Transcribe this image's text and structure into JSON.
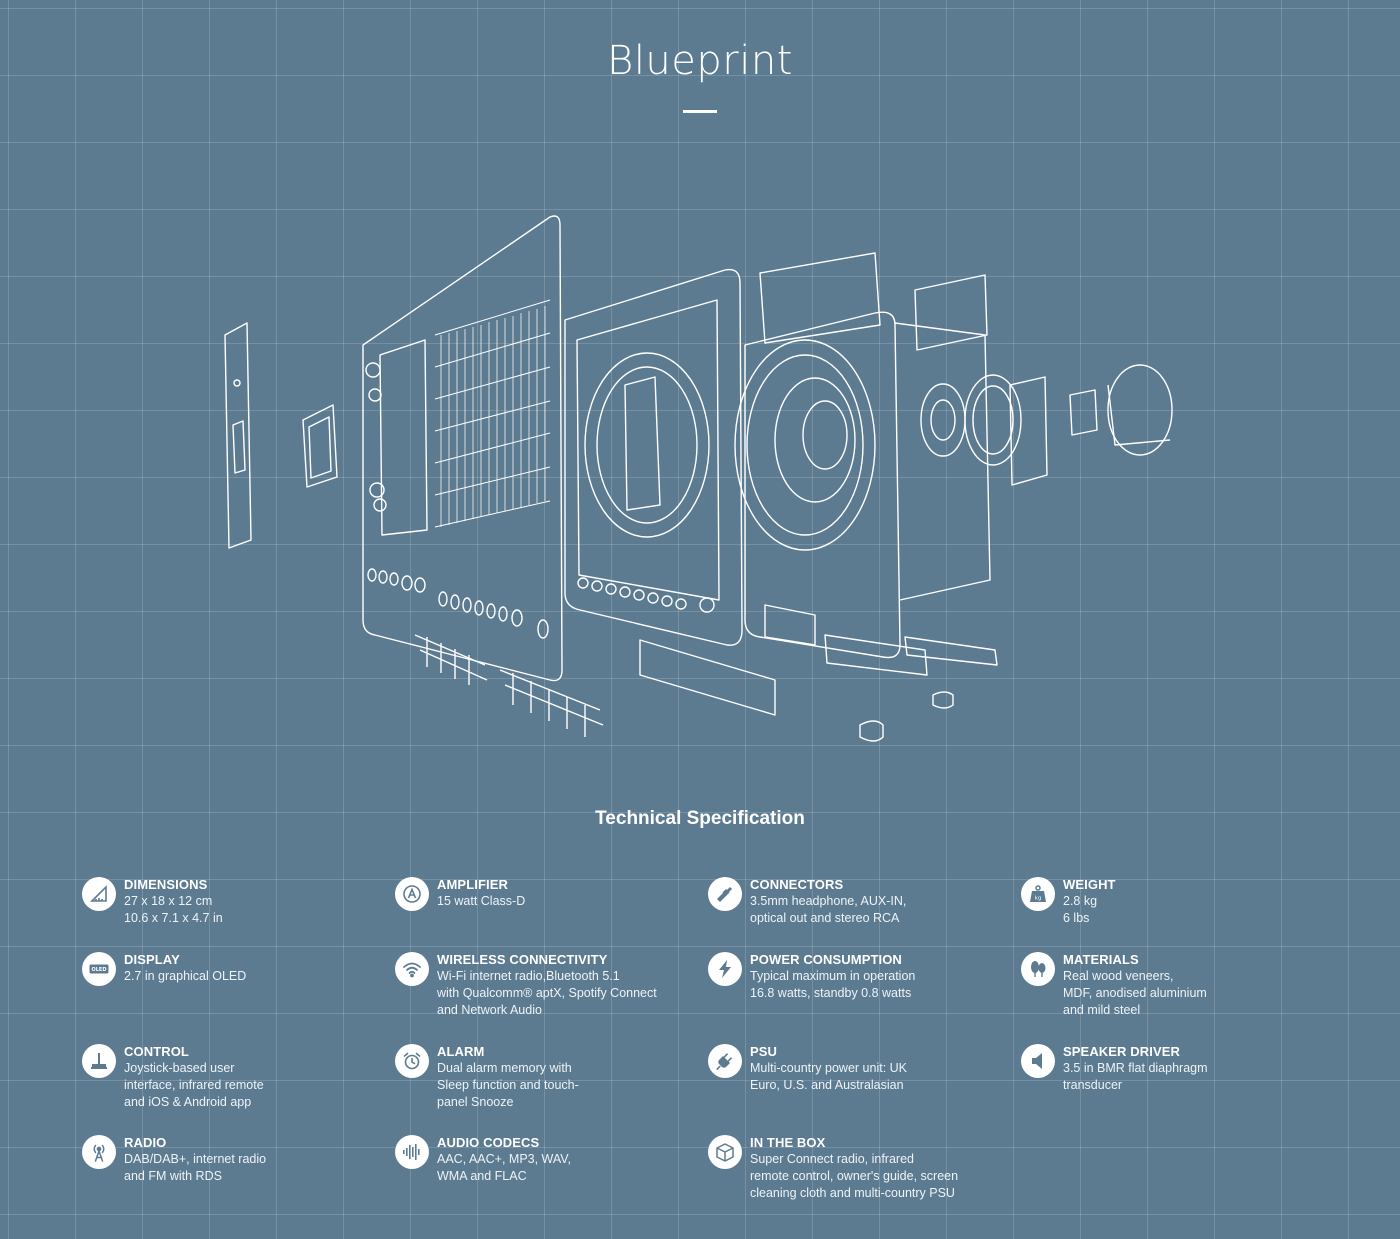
{
  "header": {
    "title": "Blueprint"
  },
  "section": {
    "heading": "Technical Specification"
  },
  "colors": {
    "background": "#5c7b91",
    "line": "#ffffff",
    "icon_fg": "#5c7b91"
  },
  "specs": [
    {
      "icon": "ruler-triangle-icon",
      "label": "DIMENSIONS",
      "lines": [
        "27 x 18 x 12 cm",
        "10.6 x 7.1 x 4.7 in"
      ]
    },
    {
      "icon": "amplifier-a-icon",
      "label": "AMPLIFIER",
      "lines": [
        "15 watt Class-D"
      ]
    },
    {
      "icon": "connector-plug-icon",
      "label": "CONNECTORS",
      "lines": [
        "3.5mm headphone, AUX-IN,",
        "optical out and stereo RCA"
      ]
    },
    {
      "icon": "weight-icon",
      "label": "WEIGHT",
      "lines": [
        "2.8 kg",
        "6 lbs"
      ]
    },
    {
      "icon": "oled-display-icon",
      "icon_text": "OLED",
      "label": "DISPLAY",
      "lines": [
        "2.7 in graphical OLED"
      ]
    },
    {
      "icon": "wifi-icon",
      "label": "WIRELESS CONNECTIVITY",
      "lines": [
        "Wi-Fi internet radio,Bluetooth 5.1",
        "with Qualcomm® aptX, Spotify Connect",
        "and Network Audio"
      ]
    },
    {
      "icon": "lightning-icon",
      "label": "POWER CONSUMPTION",
      "lines": [
        "Typical maximum in operation",
        "16.8 watts, standby 0.8 watts"
      ]
    },
    {
      "icon": "trees-icon",
      "label": "MATERIALS",
      "lines": [
        "Real wood veneers,",
        "MDF, anodised aluminium",
        "and mild steel"
      ]
    },
    {
      "icon": "joystick-icon",
      "label": "CONTROL",
      "lines": [
        "Joystick-based user",
        "interface, infrared remote",
        "and iOS & Android app"
      ]
    },
    {
      "icon": "alarm-clock-icon",
      "label": "ALARM",
      "lines": [
        "Dual alarm memory with",
        "Sleep function and touch-",
        "panel Snooze"
      ]
    },
    {
      "icon": "power-plug-icon",
      "label": "PSU",
      "lines": [
        "Multi-country power unit: UK",
        "Euro, U.S. and Australasian"
      ]
    },
    {
      "icon": "speaker-icon",
      "label": "SPEAKER DRIVER",
      "lines": [
        "3.5 in BMR flat diaphragm",
        "transducer"
      ]
    },
    {
      "icon": "radio-tower-icon",
      "label": "RADIO",
      "lines": [
        "DAB/DAB+, internet radio",
        "and FM with RDS"
      ]
    },
    {
      "icon": "audio-waveform-icon",
      "label": "AUDIO CODECS",
      "lines": [
        "AAC, AAC+, MP3, WAV,",
        "WMA and FLAC"
      ]
    },
    {
      "icon": "box-icon",
      "label": "IN THE BOX",
      "lines": [
        "Super Connect radio, infrared",
        "remote control, owner's guide, screen",
        "cleaning cloth and multi-country PSU"
      ]
    }
  ]
}
